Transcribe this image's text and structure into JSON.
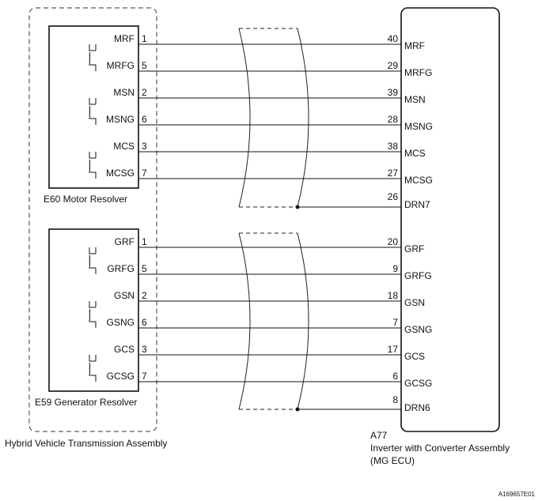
{
  "assembly": {
    "label": "Hybrid Vehicle Transmission Assembly"
  },
  "motor_resolver": {
    "title": "E60 Motor Resolver",
    "pins": [
      {
        "name": "MRF",
        "pin": "1"
      },
      {
        "name": "MRFG",
        "pin": "5"
      },
      {
        "name": "MSN",
        "pin": "2"
      },
      {
        "name": "MSNG",
        "pin": "6"
      },
      {
        "name": "MCS",
        "pin": "3"
      },
      {
        "name": "MCSG",
        "pin": "7"
      }
    ]
  },
  "generator_resolver": {
    "title": "E59 Generator Resolver",
    "pins": [
      {
        "name": "GRF",
        "pin": "1"
      },
      {
        "name": "GRFG",
        "pin": "5"
      },
      {
        "name": "GSN",
        "pin": "2"
      },
      {
        "name": "GSNG",
        "pin": "6"
      },
      {
        "name": "GCS",
        "pin": "3"
      },
      {
        "name": "GCSG",
        "pin": "7"
      }
    ]
  },
  "inverter": {
    "code": "A77",
    "name": "Inverter with Converter Assembly",
    "sub": "(MG ECU)",
    "motor_terminals": [
      {
        "pin": "40",
        "name": "MRF"
      },
      {
        "pin": "29",
        "name": "MRFG"
      },
      {
        "pin": "39",
        "name": "MSN"
      },
      {
        "pin": "28",
        "name": "MSNG"
      },
      {
        "pin": "38",
        "name": "MCS"
      },
      {
        "pin": "27",
        "name": "MCSG"
      },
      {
        "pin": "26",
        "name": "DRN7"
      }
    ],
    "generator_terminals": [
      {
        "pin": "20",
        "name": "GRF"
      },
      {
        "pin": "9",
        "name": "GRFG"
      },
      {
        "pin": "18",
        "name": "GSN"
      },
      {
        "pin": "7",
        "name": "GSNG"
      },
      {
        "pin": "17",
        "name": "GCS"
      },
      {
        "pin": "6",
        "name": "GCSG"
      },
      {
        "pin": "8",
        "name": "DRN6"
      }
    ]
  },
  "figure_ref": "A169657E01"
}
